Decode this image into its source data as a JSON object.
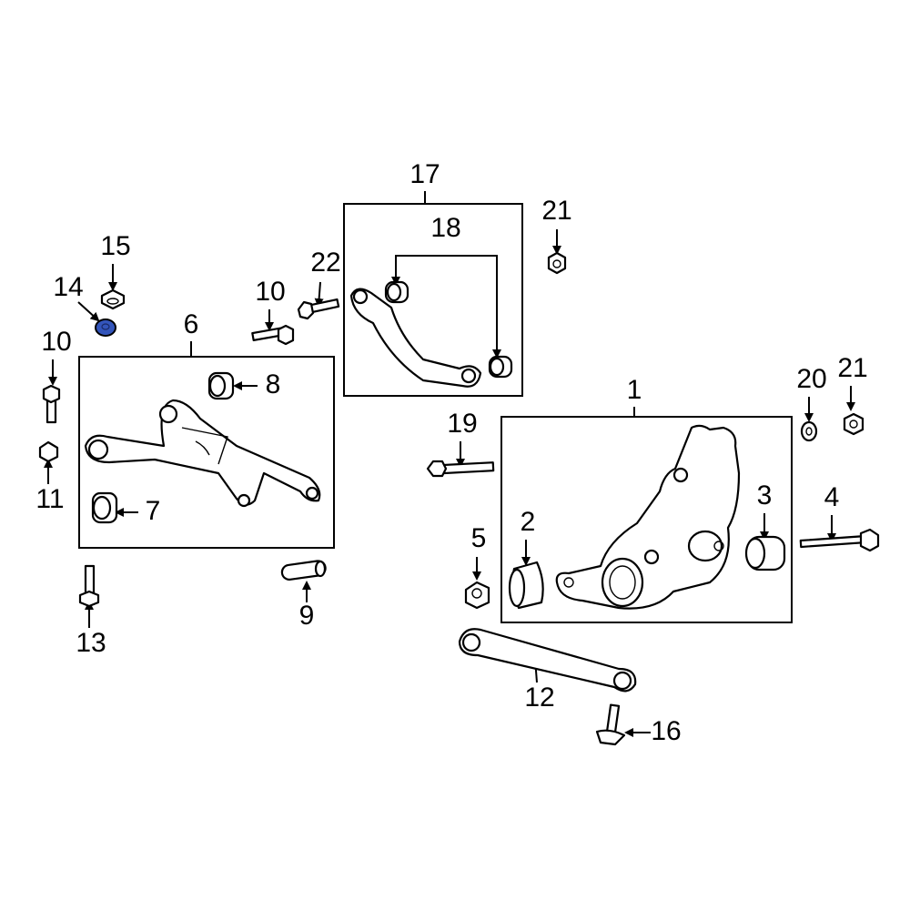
{
  "diagram": {
    "highlight_color": "#3355bb",
    "callouts": [
      {
        "id": "c17",
        "number": "17"
      },
      {
        "id": "c18",
        "number": "18"
      },
      {
        "id": "c21a",
        "number": "21"
      },
      {
        "id": "c15",
        "number": "15"
      },
      {
        "id": "c14",
        "number": "14",
        "highlighted": true
      },
      {
        "id": "c22",
        "number": "22"
      },
      {
        "id": "c10a",
        "number": "10"
      },
      {
        "id": "c6",
        "number": "6"
      },
      {
        "id": "c10b",
        "number": "10"
      },
      {
        "id": "c8",
        "number": "8"
      },
      {
        "id": "c20",
        "number": "20"
      },
      {
        "id": "c21b",
        "number": "21"
      },
      {
        "id": "c1",
        "number": "1"
      },
      {
        "id": "c19",
        "number": "19"
      },
      {
        "id": "c11",
        "number": "11"
      },
      {
        "id": "c7",
        "number": "7"
      },
      {
        "id": "c3",
        "number": "3"
      },
      {
        "id": "c4",
        "number": "4"
      },
      {
        "id": "c2",
        "number": "2"
      },
      {
        "id": "c5",
        "number": "5"
      },
      {
        "id": "c9",
        "number": "9"
      },
      {
        "id": "c13",
        "number": "13"
      },
      {
        "id": "c12",
        "number": "12"
      },
      {
        "id": "c16",
        "number": "16"
      }
    ]
  }
}
